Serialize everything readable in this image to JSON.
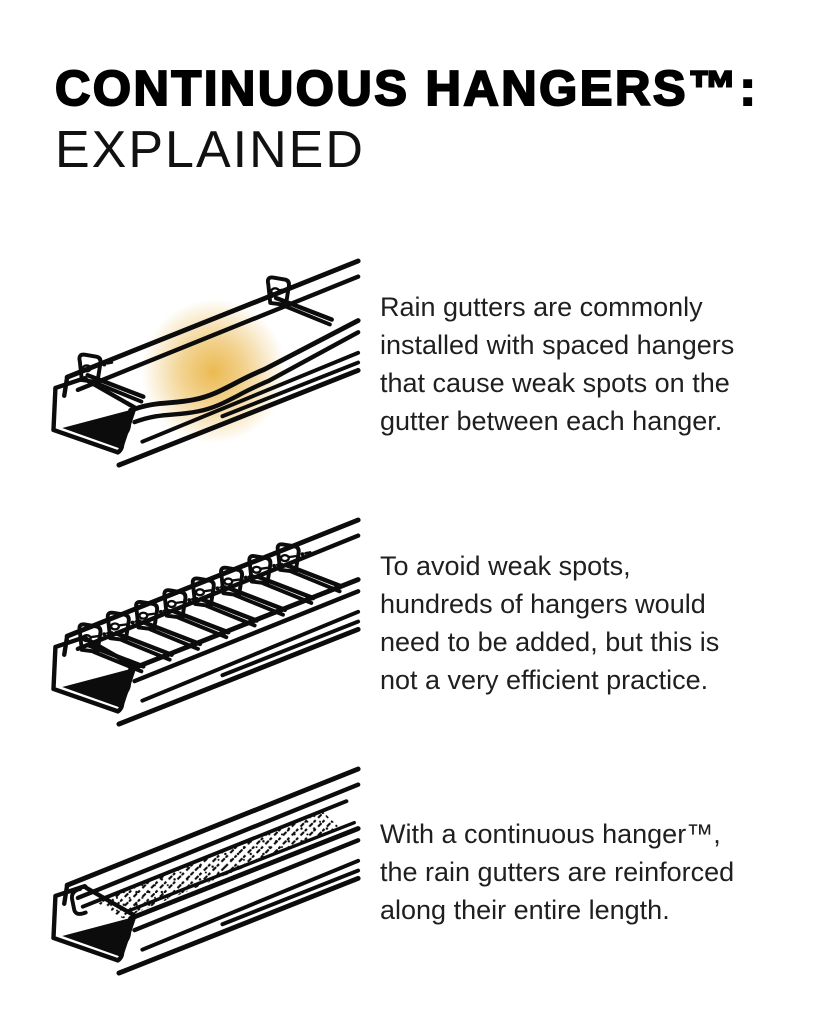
{
  "page": {
    "background": "#ffffff",
    "ink_color": "#0c0c0c",
    "text_color": "#1f1f1f",
    "glow_color": "#EAB648"
  },
  "header": {
    "title_line1": "CONTINUOUS HANGERS™:",
    "title_line2": "EXPLAINED"
  },
  "sections": [
    {
      "illustration": "gutter-with-two-spaced-hangers-and-weak-spot-glow",
      "text": "Rain gutters are commonly\ninstalled with spaced hangers\nthat cause weak spots on the\ngutter between each hanger."
    },
    {
      "illustration": "gutter-with-row-of-many-hangers",
      "text": "To avoid weak spots,\nhundreds of hangers would\nneed to be added, but this is\nnot a very efficient practice."
    },
    {
      "illustration": "gutter-with-continuous-perforated-hanger",
      "text": "With a continuous hanger™,\nthe rain gutters are reinforced\nalong their entire length."
    }
  ]
}
